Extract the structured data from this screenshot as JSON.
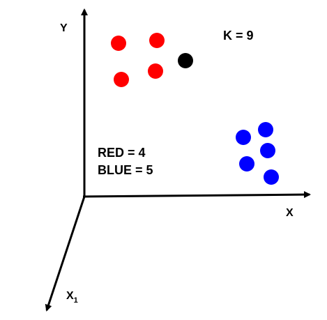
{
  "diagram": {
    "axis_labels": {
      "y": "Y",
      "x": "X",
      "x1_base": "X",
      "x1_sub": "1"
    },
    "annotations": {
      "k": "K = 9",
      "red_count": "RED = 4",
      "blue_count": "BLUE = 5"
    },
    "colors": {
      "red": "#ff0000",
      "blue": "#0000ff",
      "query": "#000000",
      "axis": "#000000"
    },
    "points": {
      "red": 4,
      "blue": 5,
      "query": 1
    }
  }
}
